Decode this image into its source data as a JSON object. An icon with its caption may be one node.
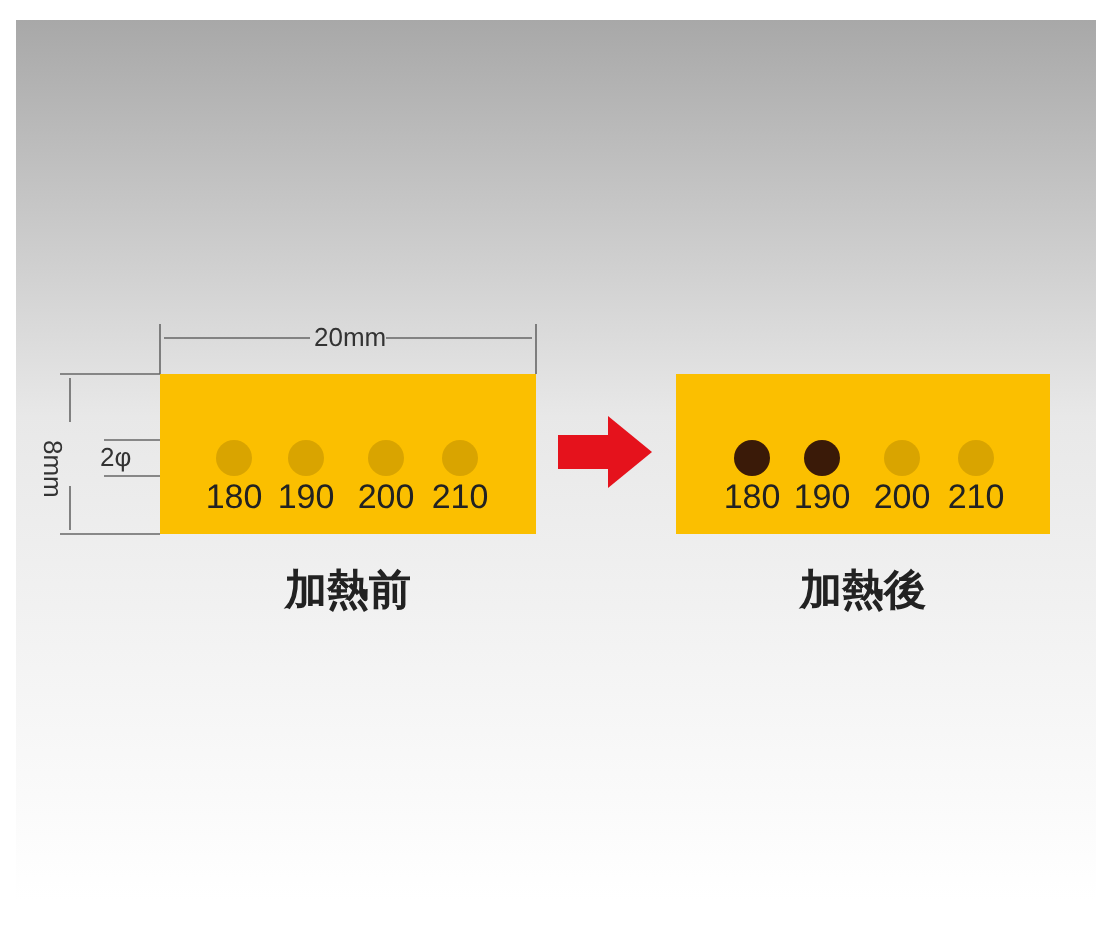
{
  "diagram": {
    "nodes": [
      {
        "text": [
          "加熱前"
        ]
      },
      {
        "text": [
          "180"
        ],
        "in": 0
      },
      {
        "text": [
          "190"
        ],
        "in": 0
      },
      {
        "text": [
          "200"
        ],
        "in": 0
      },
      {
        "text": [
          "210"
        ],
        "in": 0
      },
      {
        "text": [
          "加熱後"
        ]
      },
      {
        "text": [
          "180"
        ],
        "in": 5
      },
      {
        "text": [
          "190"
        ],
        "in": 5
      },
      {
        "text": [
          "200"
        ],
        "in": 5
      },
      {
        "text": [
          "210"
        ],
        "in": 5
      }
    ],
    "edges": [
      {
        "from": 0,
        "to": 5,
        "arrow": "to"
      }
    ],
    "labels": [
      "20mm",
      "8mm",
      "2φ"
    ]
  }
}
